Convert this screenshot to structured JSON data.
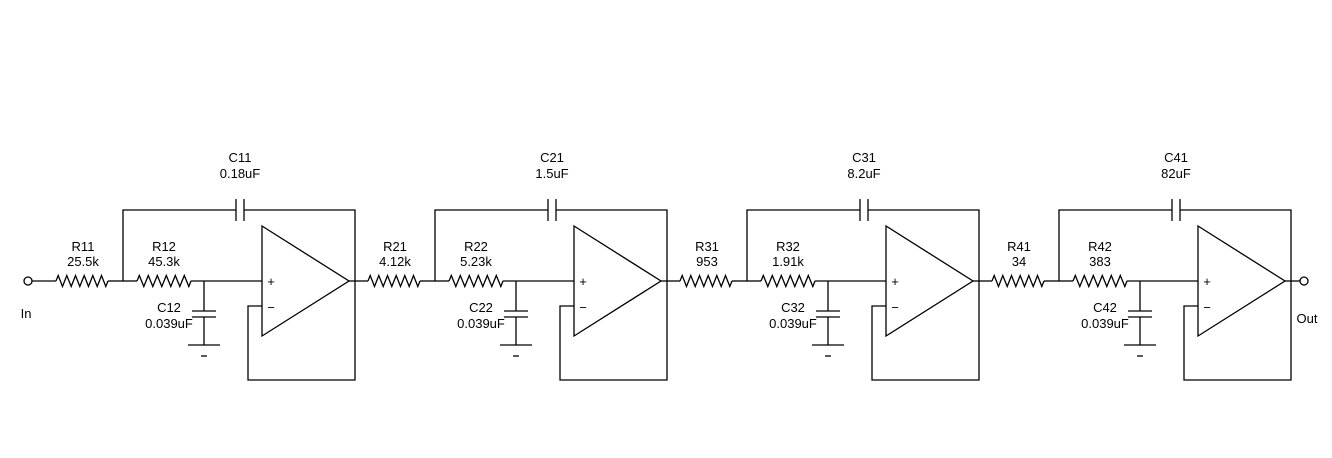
{
  "terminals": {
    "input": "In",
    "output": "Out"
  },
  "stages": [
    {
      "r_series": {
        "name": "R11",
        "value": "25.5k"
      },
      "r_mid": {
        "name": "R12",
        "value": "45.3k"
      },
      "c_feedback": {
        "name": "C11",
        "value": "0.18uF"
      },
      "c_ground": {
        "name": "C12",
        "value": "0.039uF"
      }
    },
    {
      "r_series": {
        "name": "R21",
        "value": "4.12k"
      },
      "r_mid": {
        "name": "R22",
        "value": "5.23k"
      },
      "c_feedback": {
        "name": "C21",
        "value": "1.5uF"
      },
      "c_ground": {
        "name": "C22",
        "value": "0.039uF"
      }
    },
    {
      "r_series": {
        "name": "R31",
        "value": "953"
      },
      "r_mid": {
        "name": "R32",
        "value": "1.91k"
      },
      "c_feedback": {
        "name": "C31",
        "value": "8.2uF"
      },
      "c_ground": {
        "name": "C32",
        "value": "0.039uF"
      }
    },
    {
      "r_series": {
        "name": "R41",
        "value": "34"
      },
      "r_mid": {
        "name": "R42",
        "value": "383"
      },
      "c_feedback": {
        "name": "C41",
        "value": "82uF"
      },
      "c_ground": {
        "name": "C42",
        "value": "0.039uF"
      }
    }
  ],
  "opamp_pins": {
    "plus": "+",
    "minus": "−"
  }
}
